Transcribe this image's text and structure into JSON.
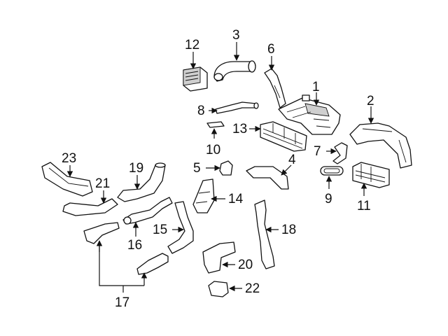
{
  "callouts": {
    "c1": "1",
    "c2": "2",
    "c3": "3",
    "c4": "4",
    "c5": "5",
    "c6": "6",
    "c7": "7",
    "c8": "8",
    "c9": "9",
    "c10": "10",
    "c11": "11",
    "c12": "12",
    "c13": "13",
    "c14": "14",
    "c15": "15",
    "c16": "16",
    "c17": "17",
    "c18": "18",
    "c19": "19",
    "c20": "20",
    "c21": "21",
    "c22": "22",
    "c23": "23"
  },
  "colors": {
    "line": "#111111",
    "background": "#ffffff",
    "shade": "#cfcfcf"
  }
}
